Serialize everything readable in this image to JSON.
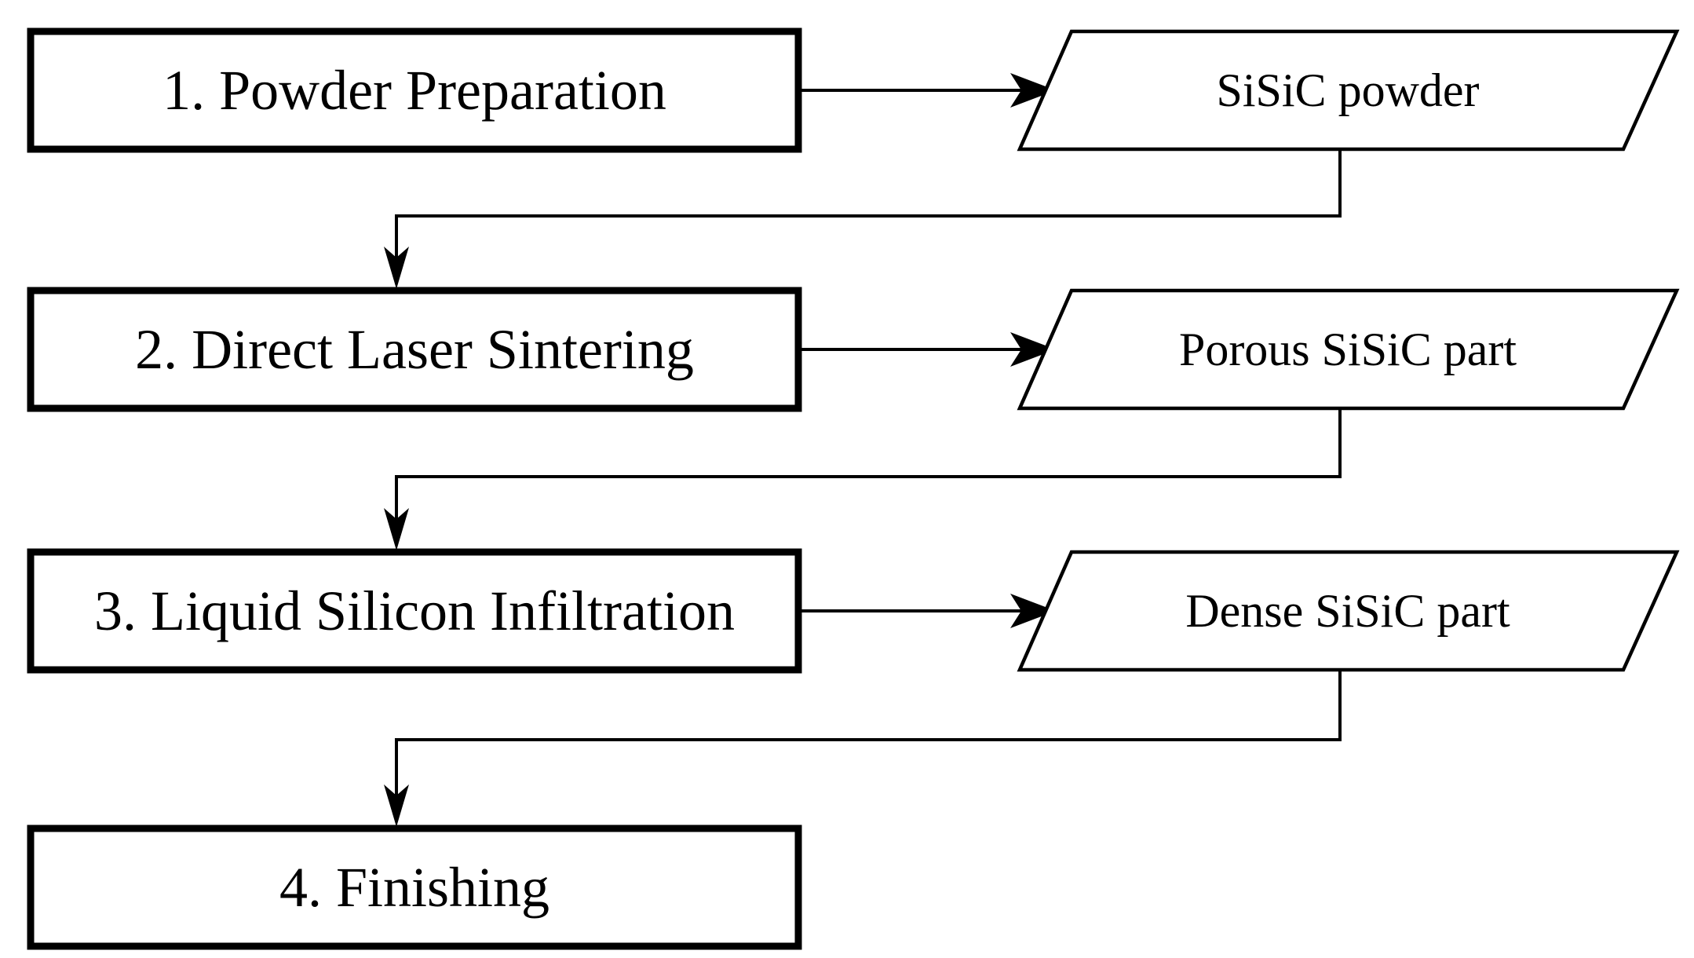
{
  "figure": {
    "type": "flowchart",
    "background_color": "#ffffff",
    "line_color": "#000000",
    "text_color": "#000000",
    "steps": [
      {
        "label": "1. Powder Preparation",
        "output": "SiSiC powder"
      },
      {
        "label": "2. Direct Laser Sintering",
        "output": "Porous SiSiC part"
      },
      {
        "label": "3. Liquid Silicon Infiltration",
        "output": "Dense SiSiC part"
      },
      {
        "label": "4. Finishing",
        "output": ""
      }
    ]
  }
}
